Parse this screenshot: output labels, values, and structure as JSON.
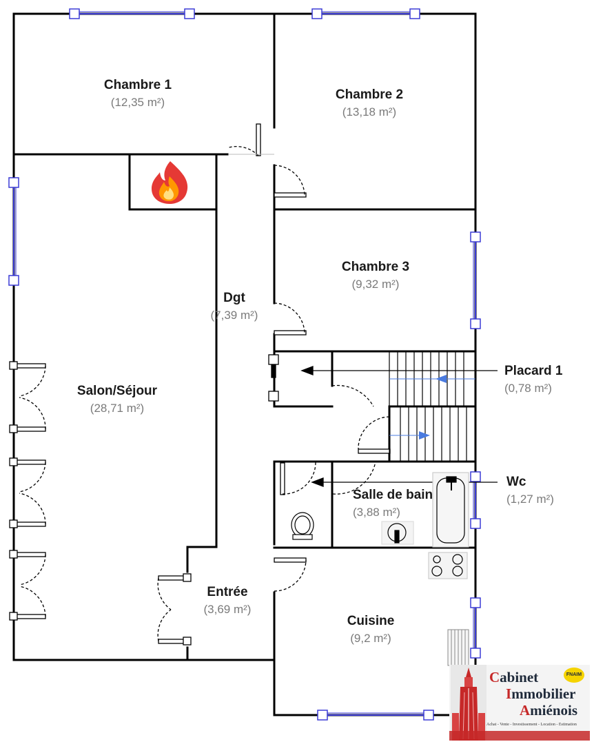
{
  "rooms": {
    "chambre1": {
      "name": "Chambre 1",
      "area": "(12,35 m²)"
    },
    "chambre2": {
      "name": "Chambre 2",
      "area": "(13,18 m²)"
    },
    "chambre3": {
      "name": "Chambre 3",
      "area": "(9,32 m²)"
    },
    "dgt": {
      "name": "Dgt",
      "area": "(7,39 m²)"
    },
    "salon": {
      "name": "Salon/Séjour",
      "area": "(28,71 m²)"
    },
    "placard1": {
      "name": "Placard 1",
      "area": "(0,78 m²)"
    },
    "wc": {
      "name": "Wc",
      "area": "(1,27 m²)"
    },
    "salle_de_bain": {
      "name": "Salle de bain",
      "area": "(3,88 m²)"
    },
    "entree": {
      "name": "Entrée",
      "area": "(3,69 m²)"
    },
    "cuisine": {
      "name": "Cuisine",
      "area": "(9,2 m²)"
    }
  },
  "logo": {
    "line1_cap": "C",
    "line1_rest": "abinet",
    "line2_cap": "I",
    "line2_rest": "mmobilier",
    "line3_cap": "A",
    "line3_rest": "miénois",
    "tagline": "Achat - Vente - Investissement - Location - Estimation",
    "badge": "FNAIM"
  },
  "icons": [
    "fireplace-flame-icon",
    "stair-arrow-icon",
    "toilet-icon",
    "sink-icon",
    "bathtub-icon",
    "cooktop-icon",
    "radiator-icon"
  ],
  "colors": {
    "wall": "#000000",
    "window": "#3b3bd6",
    "arrow": "#4a7be0",
    "logo_red": "#c62828"
  }
}
